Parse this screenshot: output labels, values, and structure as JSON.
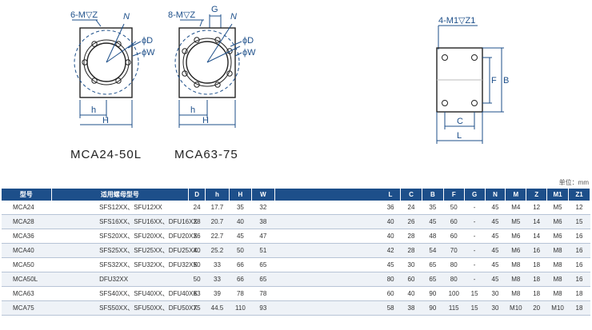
{
  "drawing1": {
    "callout": "6-M▽Z",
    "label_n": "N",
    "label_d": "ϕD",
    "label_w": "ϕW",
    "label_h": "h",
    "label_H": "H",
    "caption": "MCA24-50L"
  },
  "drawing2": {
    "callout": "8-M▽Z",
    "label_g": "G",
    "label_n": "N",
    "label_d": "ϕD",
    "label_w": "ϕW",
    "label_h": "h",
    "label_H": "H",
    "caption": "MCA63-75"
  },
  "drawing3": {
    "callout": "4-M1▽Z1",
    "label_f": "F",
    "label_b": "B",
    "label_c": "C",
    "label_l": "L"
  },
  "unit_note": "单位：mm",
  "table": {
    "headers": [
      "型号",
      "适用螺母型号",
      "D",
      "h",
      "H",
      "W",
      "L",
      "C",
      "B",
      "F",
      "G",
      "N",
      "M",
      "Z",
      "M1",
      "Z1"
    ],
    "rows": [
      [
        "MCA24",
        "SFS12XX、SFU12XX",
        "24",
        "17.7",
        "35",
        "32",
        "36",
        "24",
        "35",
        "50",
        "-",
        "45",
        "M4",
        "12",
        "M5",
        "12"
      ],
      [
        "MCA28",
        "SFS16XX、SFU16XX、DFU16XX",
        "28",
        "20.7",
        "40",
        "38",
        "40",
        "26",
        "45",
        "60",
        "-",
        "45",
        "M5",
        "14",
        "M6",
        "15"
      ],
      [
        "MCA36",
        "SFS20XX、SFU20XX、DFU20XX",
        "36",
        "22.7",
        "45",
        "47",
        "40",
        "28",
        "48",
        "60",
        "-",
        "45",
        "M6",
        "14",
        "M6",
        "16"
      ],
      [
        "MCA40",
        "SFS25XX、SFU25XX、DFU25XX",
        "40",
        "25.2",
        "50",
        "51",
        "42",
        "28",
        "54",
        "70",
        "-",
        "45",
        "M6",
        "16",
        "M8",
        "16"
      ],
      [
        "MCA50",
        "SFS32XX、SFU32XX、DFU32XX",
        "50",
        "33",
        "66",
        "65",
        "45",
        "30",
        "65",
        "80",
        "-",
        "45",
        "M8",
        "18",
        "M8",
        "16"
      ],
      [
        "MCA50L",
        "DFU32XX",
        "50",
        "33",
        "66",
        "65",
        "80",
        "60",
        "65",
        "80",
        "-",
        "45",
        "M8",
        "18",
        "M8",
        "16"
      ],
      [
        "MCA63",
        "SFS40XX、SFU40XX、DFU40XX",
        "63",
        "39",
        "78",
        "78",
        "60",
        "40",
        "90",
        "100",
        "15",
        "30",
        "M8",
        "18",
        "M8",
        "18"
      ],
      [
        "MCA75",
        "SFS50XX、SFU50XX、DFU50XX",
        "75",
        "44.5",
        "110",
        "93",
        "58",
        "38",
        "90",
        "115",
        "15",
        "30",
        "M10",
        "20",
        "M10",
        "18"
      ]
    ]
  }
}
